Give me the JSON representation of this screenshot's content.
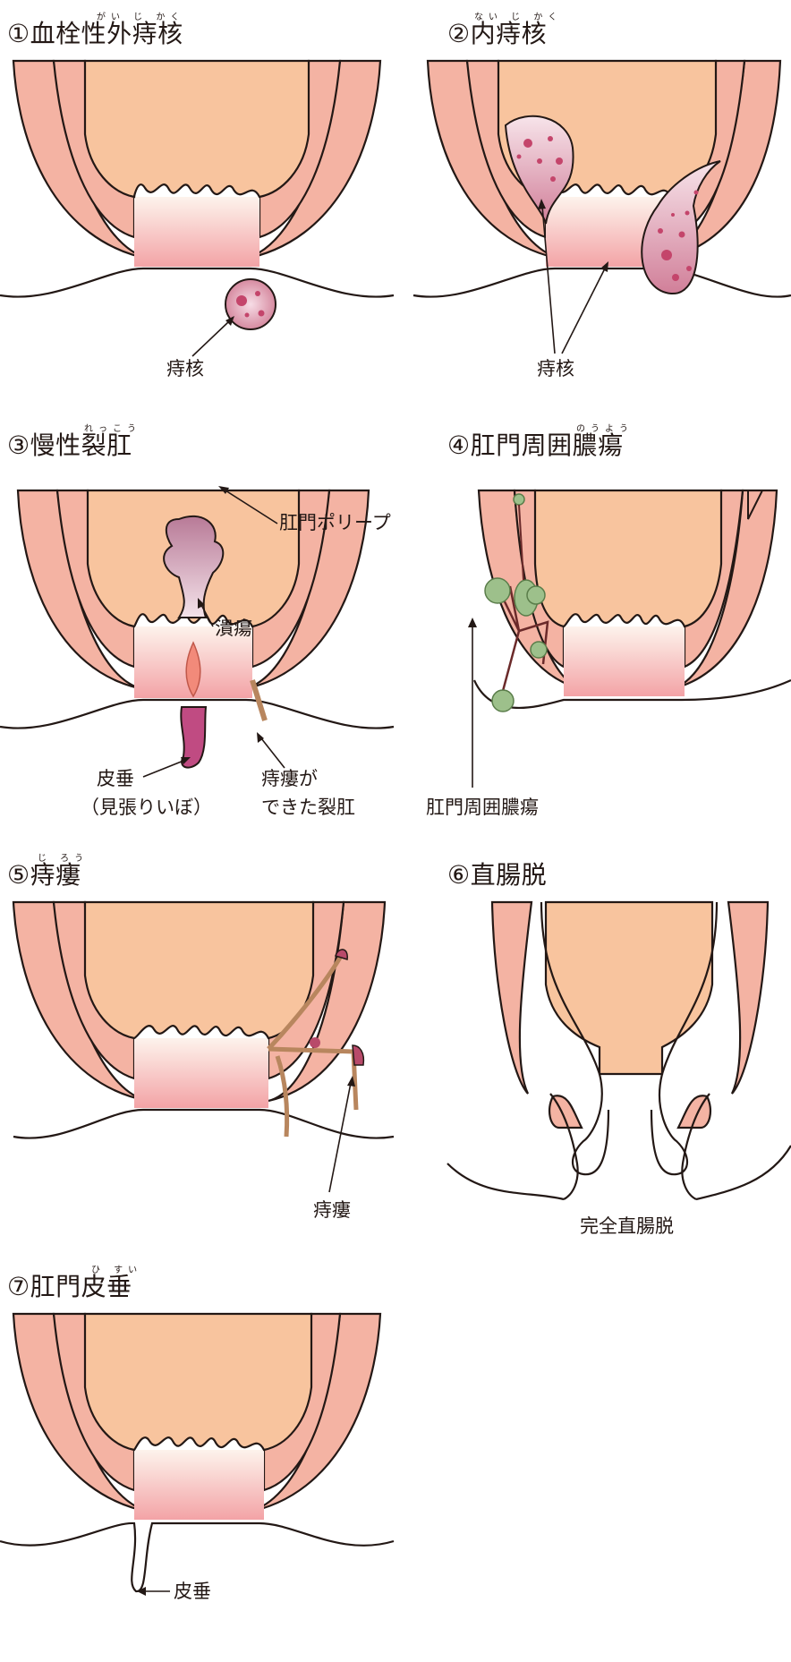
{
  "panels": [
    {
      "title": "①血栓性外痔核",
      "ruby": "がい じ かく",
      "labels": [
        "痔核"
      ]
    },
    {
      "title": "②内痔核",
      "ruby": "ない じ かく",
      "labels": [
        "痔核"
      ]
    },
    {
      "title": "③慢性裂肛",
      "ruby": "れっこう",
      "labels": [
        "肛門ポリープ",
        "潰瘍",
        "皮垂",
        "（見張りいぼ）",
        "痔瘻が",
        "できた裂肛"
      ]
    },
    {
      "title": "④肛門周囲膿瘍",
      "ruby": "のうよう",
      "labels": [
        "肛門周囲膿瘍"
      ]
    },
    {
      "title": "⑤痔瘻",
      "ruby": "じ ろう",
      "labels": [
        "痔瘻"
      ]
    },
    {
      "title": "⑥直腸脱",
      "ruby": "",
      "labels": [
        "完全直腸脱"
      ]
    },
    {
      "title": "⑦肛門皮垂",
      "ruby": "ひ すい",
      "labels": [
        "皮垂"
      ]
    }
  ],
  "colors": {
    "tissue": "#f4b3a3",
    "rectum": "#f8c49e",
    "canal_gradient_top": "#fdf3ec",
    "canal_gradient_bottom": "#f3a3a6",
    "hemorrhoid": "#e8a5b5",
    "abscess": "#9dc08b",
    "fistula": "#b84a6a",
    "outline": "#231815"
  }
}
